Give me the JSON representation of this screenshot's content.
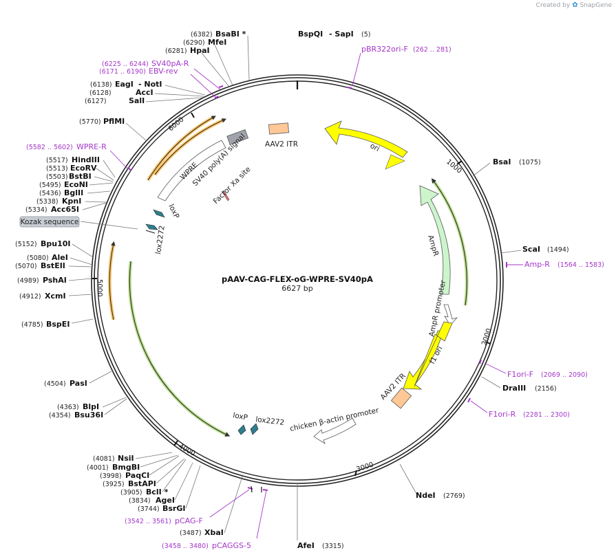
{
  "brand": {
    "prefix": "Created by",
    "logo": "SnapGene"
  },
  "plasmid": {
    "name": "pAAV-CAG-FLEX-oG-WPRE-SV40pA",
    "size": "6627 bp"
  },
  "ticks": [
    "1000",
    "2000",
    "3000",
    "4000",
    "5000",
    "6000"
  ],
  "sites": [
    {
      "name": "BsaBI *",
      "pos": "(6382)"
    },
    {
      "name": "MfeI",
      "pos": "(6290)"
    },
    {
      "name": "HpaI",
      "pos": "(6281)"
    },
    {
      "name": "EagI",
      "name2": "- NotI",
      "pos": "(6138)"
    },
    {
      "name": "AccI",
      "pos": "(6128)"
    },
    {
      "name": "SalI",
      "pos": "(6127)"
    },
    {
      "name": "PflMI",
      "pos": "(5770)"
    },
    {
      "name": "HindIII",
      "pos": "(5517)"
    },
    {
      "name": "EcoRV",
      "pos": "(5513)"
    },
    {
      "name": "BstBI",
      "pos": "(5503)"
    },
    {
      "name": "EcoNI",
      "pos": "(5495)"
    },
    {
      "name": "BglII",
      "pos": "(5436)"
    },
    {
      "name": "KpnI",
      "pos": "(5338)"
    },
    {
      "name": "Acc65I",
      "pos": "(5334)"
    },
    {
      "name": "Bpu10I",
      "pos": "(5152)"
    },
    {
      "name": "AleI",
      "pos": "(5080)"
    },
    {
      "name": "BstEII",
      "pos": "(5070)"
    },
    {
      "name": "PshAI",
      "pos": "(4989)"
    },
    {
      "name": "XcmI",
      "pos": "(4912)"
    },
    {
      "name": "BspEI",
      "pos": "(4785)"
    },
    {
      "name": "PasI",
      "pos": "(4504)"
    },
    {
      "name": "BlpI",
      "pos": "(4363)"
    },
    {
      "name": "Bsu36I",
      "pos": "(4354)"
    },
    {
      "name": "NsiI",
      "pos": "(4081)"
    },
    {
      "name": "BmgBI",
      "pos": "(4001)"
    },
    {
      "name": "PaqCI",
      "pos": "(3998)"
    },
    {
      "name": "BstAPI",
      "pos": "(3925)"
    },
    {
      "name": "BclI *",
      "pos": "(3905)"
    },
    {
      "name": "AgeI",
      "pos": "(3834)"
    },
    {
      "name": "BsrGI",
      "pos": "(3744)"
    },
    {
      "name": "XbaI",
      "pos": "(3487)"
    },
    {
      "name": "AfeI",
      "pos": "(3315)"
    },
    {
      "name": "NdeI",
      "pos": "(2769)"
    },
    {
      "name": "DraIII",
      "pos": "(2156)"
    },
    {
      "name": "ScaI",
      "pos": "(1494)"
    },
    {
      "name": "BsaI",
      "pos": "(1075)"
    },
    {
      "name": "BspQI",
      "name2": "- SapI",
      "pos": "(5)"
    }
  ],
  "primers": [
    {
      "name": "SV40pA-R",
      "pos": "(6225 .. 6244)"
    },
    {
      "name": "EBV-rev",
      "pos": "(6171 .. 6190)"
    },
    {
      "name": "WPRE-R",
      "pos": "(5582 .. 5602)"
    },
    {
      "name": "pBR322ori-F",
      "pos": "(262 .. 281)"
    },
    {
      "name": "Amp-R",
      "pos": "(1564 .. 1583)"
    },
    {
      "name": "F1ori-F",
      "pos": "(2069 .. 2090)"
    },
    {
      "name": "F1ori-R",
      "pos": "(2281 .. 2300)"
    },
    {
      "name": "pCAG-F",
      "pos": "(3542 .. 3561)"
    },
    {
      "name": "pCAGGS-5",
      "pos": "(3458 .. 3480)"
    }
  ],
  "kozak": "Kozak sequence",
  "features": {
    "ori": "ori",
    "ampr": "AmpR",
    "ampr_promoter": "AmpR promoter",
    "f1_ori": "f1 ori",
    "aav2_itr_right": "AAV2 ITR",
    "aav2_itr_top": "AAV2 ITR",
    "cba_promoter": "chicken β-actin promoter",
    "loxp_bottom": "loxP",
    "lox2272_bottom": "lox2272",
    "loxp_left": "loxP",
    "lox2272_left": "lox2272",
    "wpre": "WPRE",
    "sv40": "SV40 poly(A) signal",
    "factor_xa": "Factor Xa site"
  },
  "colors": {
    "primer": "#a436c9",
    "ori": "#ffff00",
    "ampr": "#ccf5cc",
    "promoter": "#ffffff",
    "itr": "#ffc896",
    "lox": "#2f7f8f",
    "orf_orange": "#f5b74a",
    "orf_green": "#9acd5a",
    "polyA": "#a0a4aa"
  }
}
